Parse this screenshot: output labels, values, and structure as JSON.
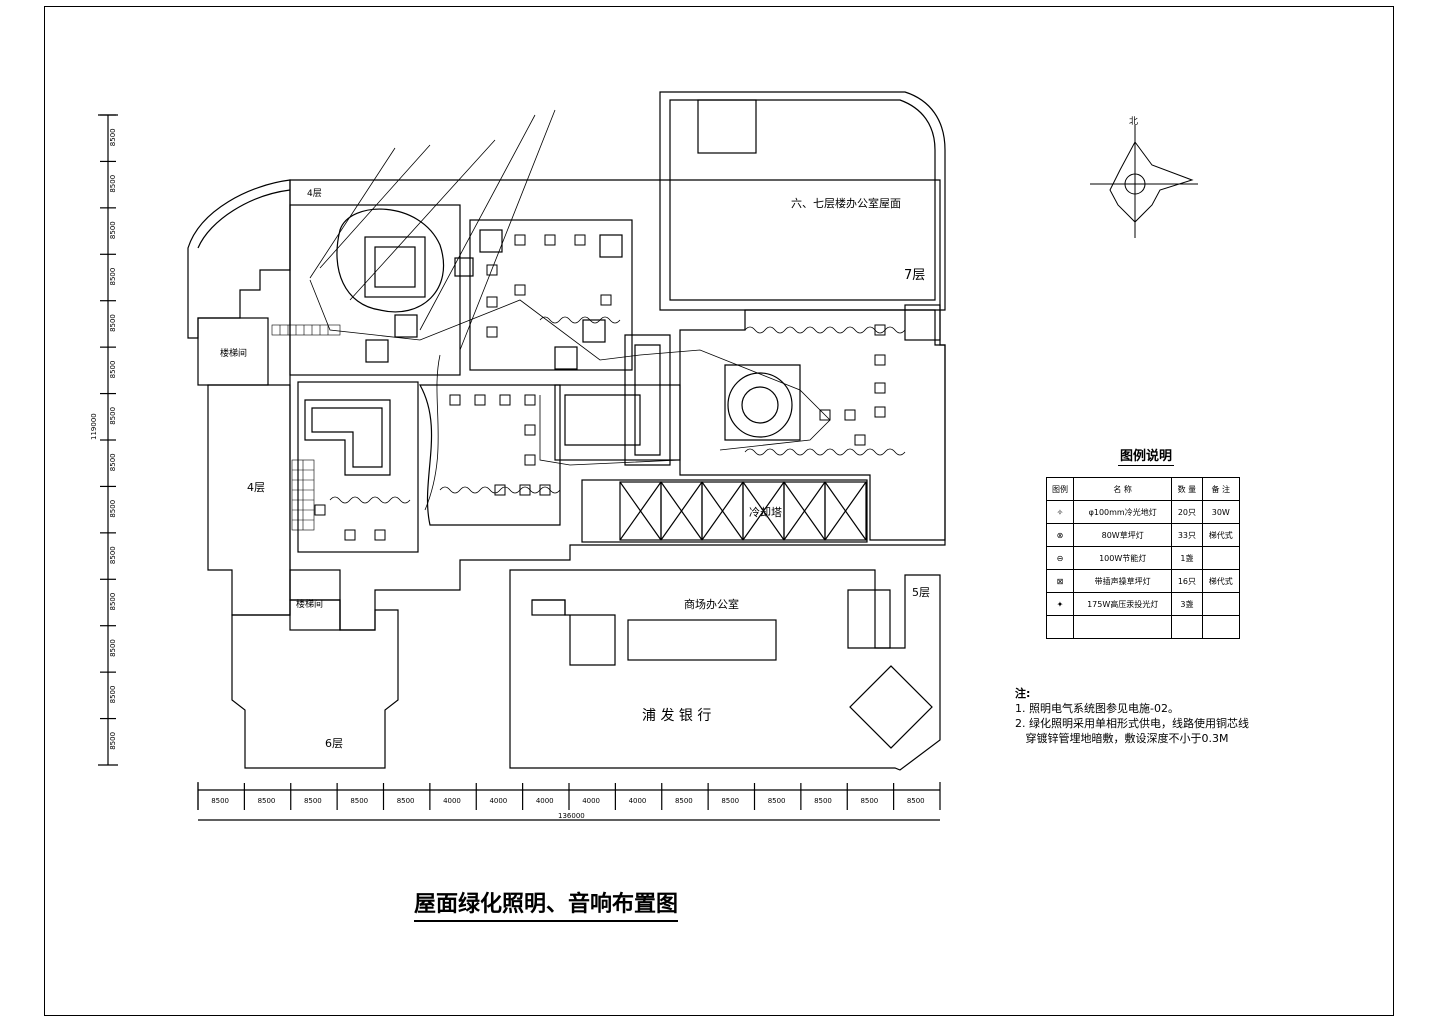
{
  "drawing": {
    "title": "屋面绿化照明、音响布置图",
    "labels": {
      "top_office": "六、七层楼办公室屋面",
      "floor7": "7层",
      "floor4_top": "4层",
      "floor4_left": "4层",
      "floor5": "5层",
      "floor6": "6层",
      "stair_top": "楼梯间",
      "stair_bottom": "楼梯间",
      "cooling_tower": "冷却塔",
      "mall_office": "商场办公室",
      "bank": "浦 发 银 行"
    },
    "compass": "北",
    "dim_left_total": "119000",
    "dim_bottom_total": "136000",
    "dims_left": [
      "8500",
      "8500",
      "8500",
      "8500",
      "8500",
      "8500",
      "8500",
      "8500",
      "8500",
      "8500",
      "8500",
      "8500",
      "8500",
      "8500"
    ],
    "dims_bottom": [
      "8500",
      "8500",
      "8500",
      "8500",
      "8500",
      "4000",
      "4000",
      "4000",
      "4000",
      "4000",
      "8500",
      "8500",
      "8500",
      "8500",
      "8500",
      "8500"
    ]
  },
  "legend": {
    "title": "图例说明",
    "headers": [
      "图例",
      "名 称",
      "数 量",
      "备 注"
    ],
    "rows": [
      {
        "icon": "✧",
        "name": "φ100mm冷光地灯",
        "qty": "20只",
        "note": "30W"
      },
      {
        "icon": "⊗",
        "name": "80W草坪灯",
        "qty": "33只",
        "note": "梯代式"
      },
      {
        "icon": "⊖",
        "name": "100W节能灯",
        "qty": "1盏",
        "note": ""
      },
      {
        "icon": "⊠",
        "name": "带插声操草坪灯",
        "qty": "16只",
        "note": "梯代式"
      },
      {
        "icon": "✦",
        "name": "175W高压汞投光灯",
        "qty": "3盏",
        "note": ""
      },
      {
        "icon": "",
        "name": "",
        "qty": "",
        "note": ""
      }
    ]
  },
  "notes": {
    "heading": "注:",
    "items": [
      "1. 照明电气系统图参见电施-02。",
      "2. 绿化照明采用单相形式供电，线路使用铜芯线",
      "   穿镀锌管埋地暗敷，敷设深度不小于0.3M"
    ]
  }
}
